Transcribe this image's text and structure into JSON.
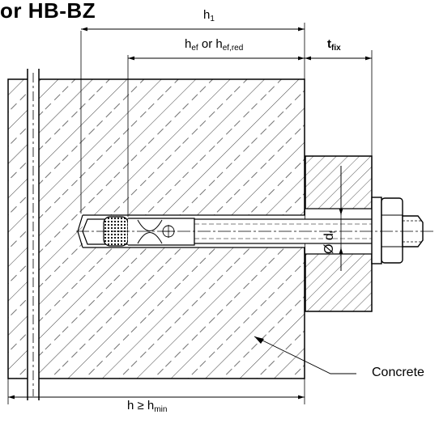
{
  "title": "or HB-BZ",
  "dimensions": {
    "h1": {
      "main": "h",
      "sub": "1"
    },
    "hef": {
      "main1": "h",
      "sub1": "ef",
      "mid": " or ",
      "main2": "h",
      "sub2": "ef,red"
    },
    "tfix": {
      "main": "t",
      "sub": "fix"
    },
    "h_min": {
      "main": "h ≥ h",
      "sub": "min"
    },
    "diameter": {
      "main": "Ø d",
      "sub": "f"
    }
  },
  "callout": {
    "concrete": "Concrete"
  }
}
